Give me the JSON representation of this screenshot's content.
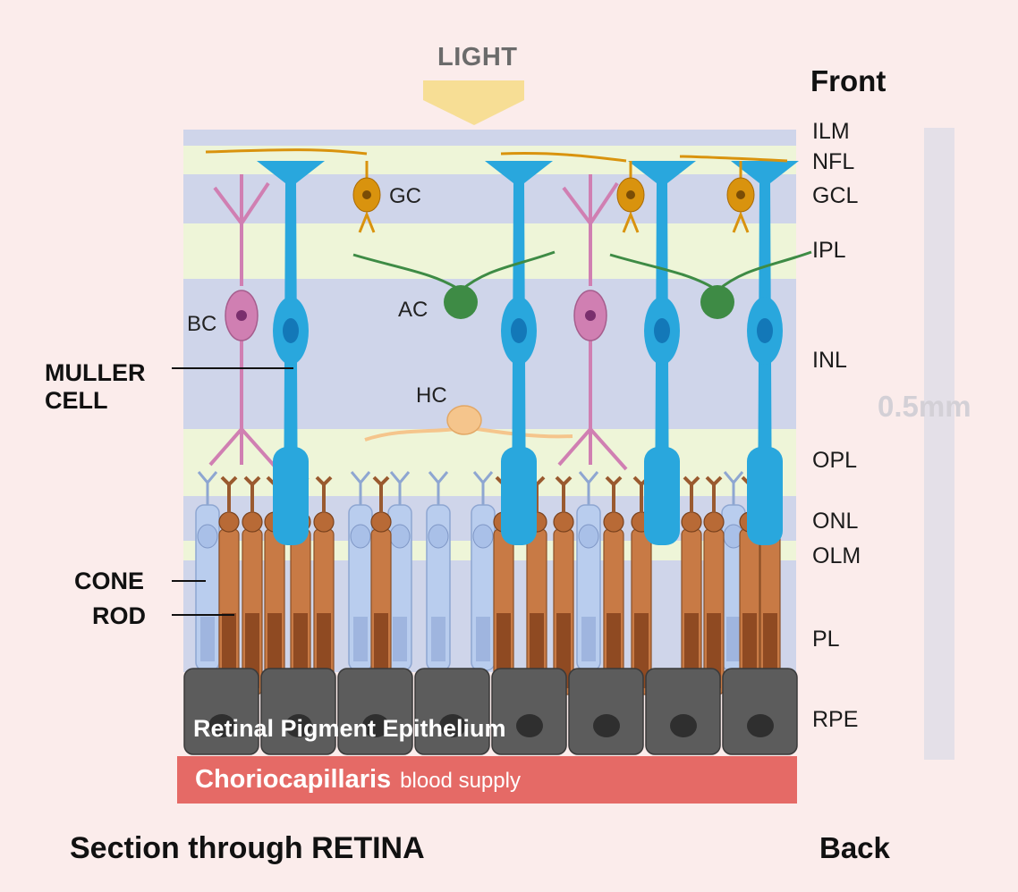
{
  "title": "Section through RETINA",
  "light_label": "LIGHT",
  "orientation": {
    "front": "Front",
    "back": "Back"
  },
  "scale": "0.5mm",
  "layers": {
    "ilm": "ILM",
    "nfl": "NFL",
    "gcl": "GCL",
    "ipl": "IPL",
    "inl": "INL",
    "opl": "OPL",
    "onl": "ONL",
    "olm": "OLM",
    "pl": "PL",
    "rpe": "RPE"
  },
  "side_labels": {
    "muller_line1": "MULLER",
    "muller_line2": "CELL",
    "cone": "CONE",
    "rod": "ROD"
  },
  "cell_labels": {
    "gc": "GC",
    "ac": "AC",
    "bc": "BC",
    "hc": "HC"
  },
  "rpe_text": "Retinal Pigment Epithelium",
  "chorio_text": "Choriocapillaris",
  "chorio_sub": "blood supply",
  "colors": {
    "background": "#fbeceb",
    "band_blue": "#cfd5ea",
    "band_yellow": "#eef5d8",
    "muller": "#29a7dd",
    "bipolar": "#d07fb2",
    "ganglion": "#d9930e",
    "amacrine": "#3e8b45",
    "horizontal": "#f5c58c",
    "rod": "#c87a45",
    "cone": "#b9cdee",
    "rpe": "#5c5c5c",
    "choriocapillaris": "#e56a66"
  }
}
